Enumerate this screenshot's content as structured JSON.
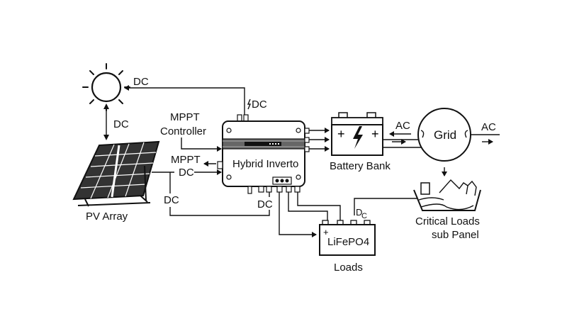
{
  "labels": {
    "sun_dc": "DC",
    "sun_panel_dc": "DC",
    "top_dc": "DC",
    "mppt_controller_line1": "MPPT",
    "mppt_controller_line2": "Controller",
    "mppt_left": "MPPT",
    "dc_left": "DC",
    "dc_lower_left": "DC",
    "dc_bottom": "DC",
    "inverter": "Hybrid Inverto",
    "battery_bank": "Battery Bank",
    "ac_battery_grid": "AC",
    "grid": "Grid",
    "ac_grid_out": "AC",
    "critical_loads_line1": "Critical Loads",
    "critical_loads_line2": "sub Panel",
    "dc_small_d": "D",
    "dc_small_c": "C",
    "lifepo4": "LiFePO4",
    "loads": "Loads",
    "pv_array": "PV Array"
  },
  "icons": {
    "sun": "sun-icon",
    "panel": "solar-panel-icon",
    "battery": "battery-icon",
    "lightning": "lightning-icon",
    "plus": "plus-icon"
  }
}
